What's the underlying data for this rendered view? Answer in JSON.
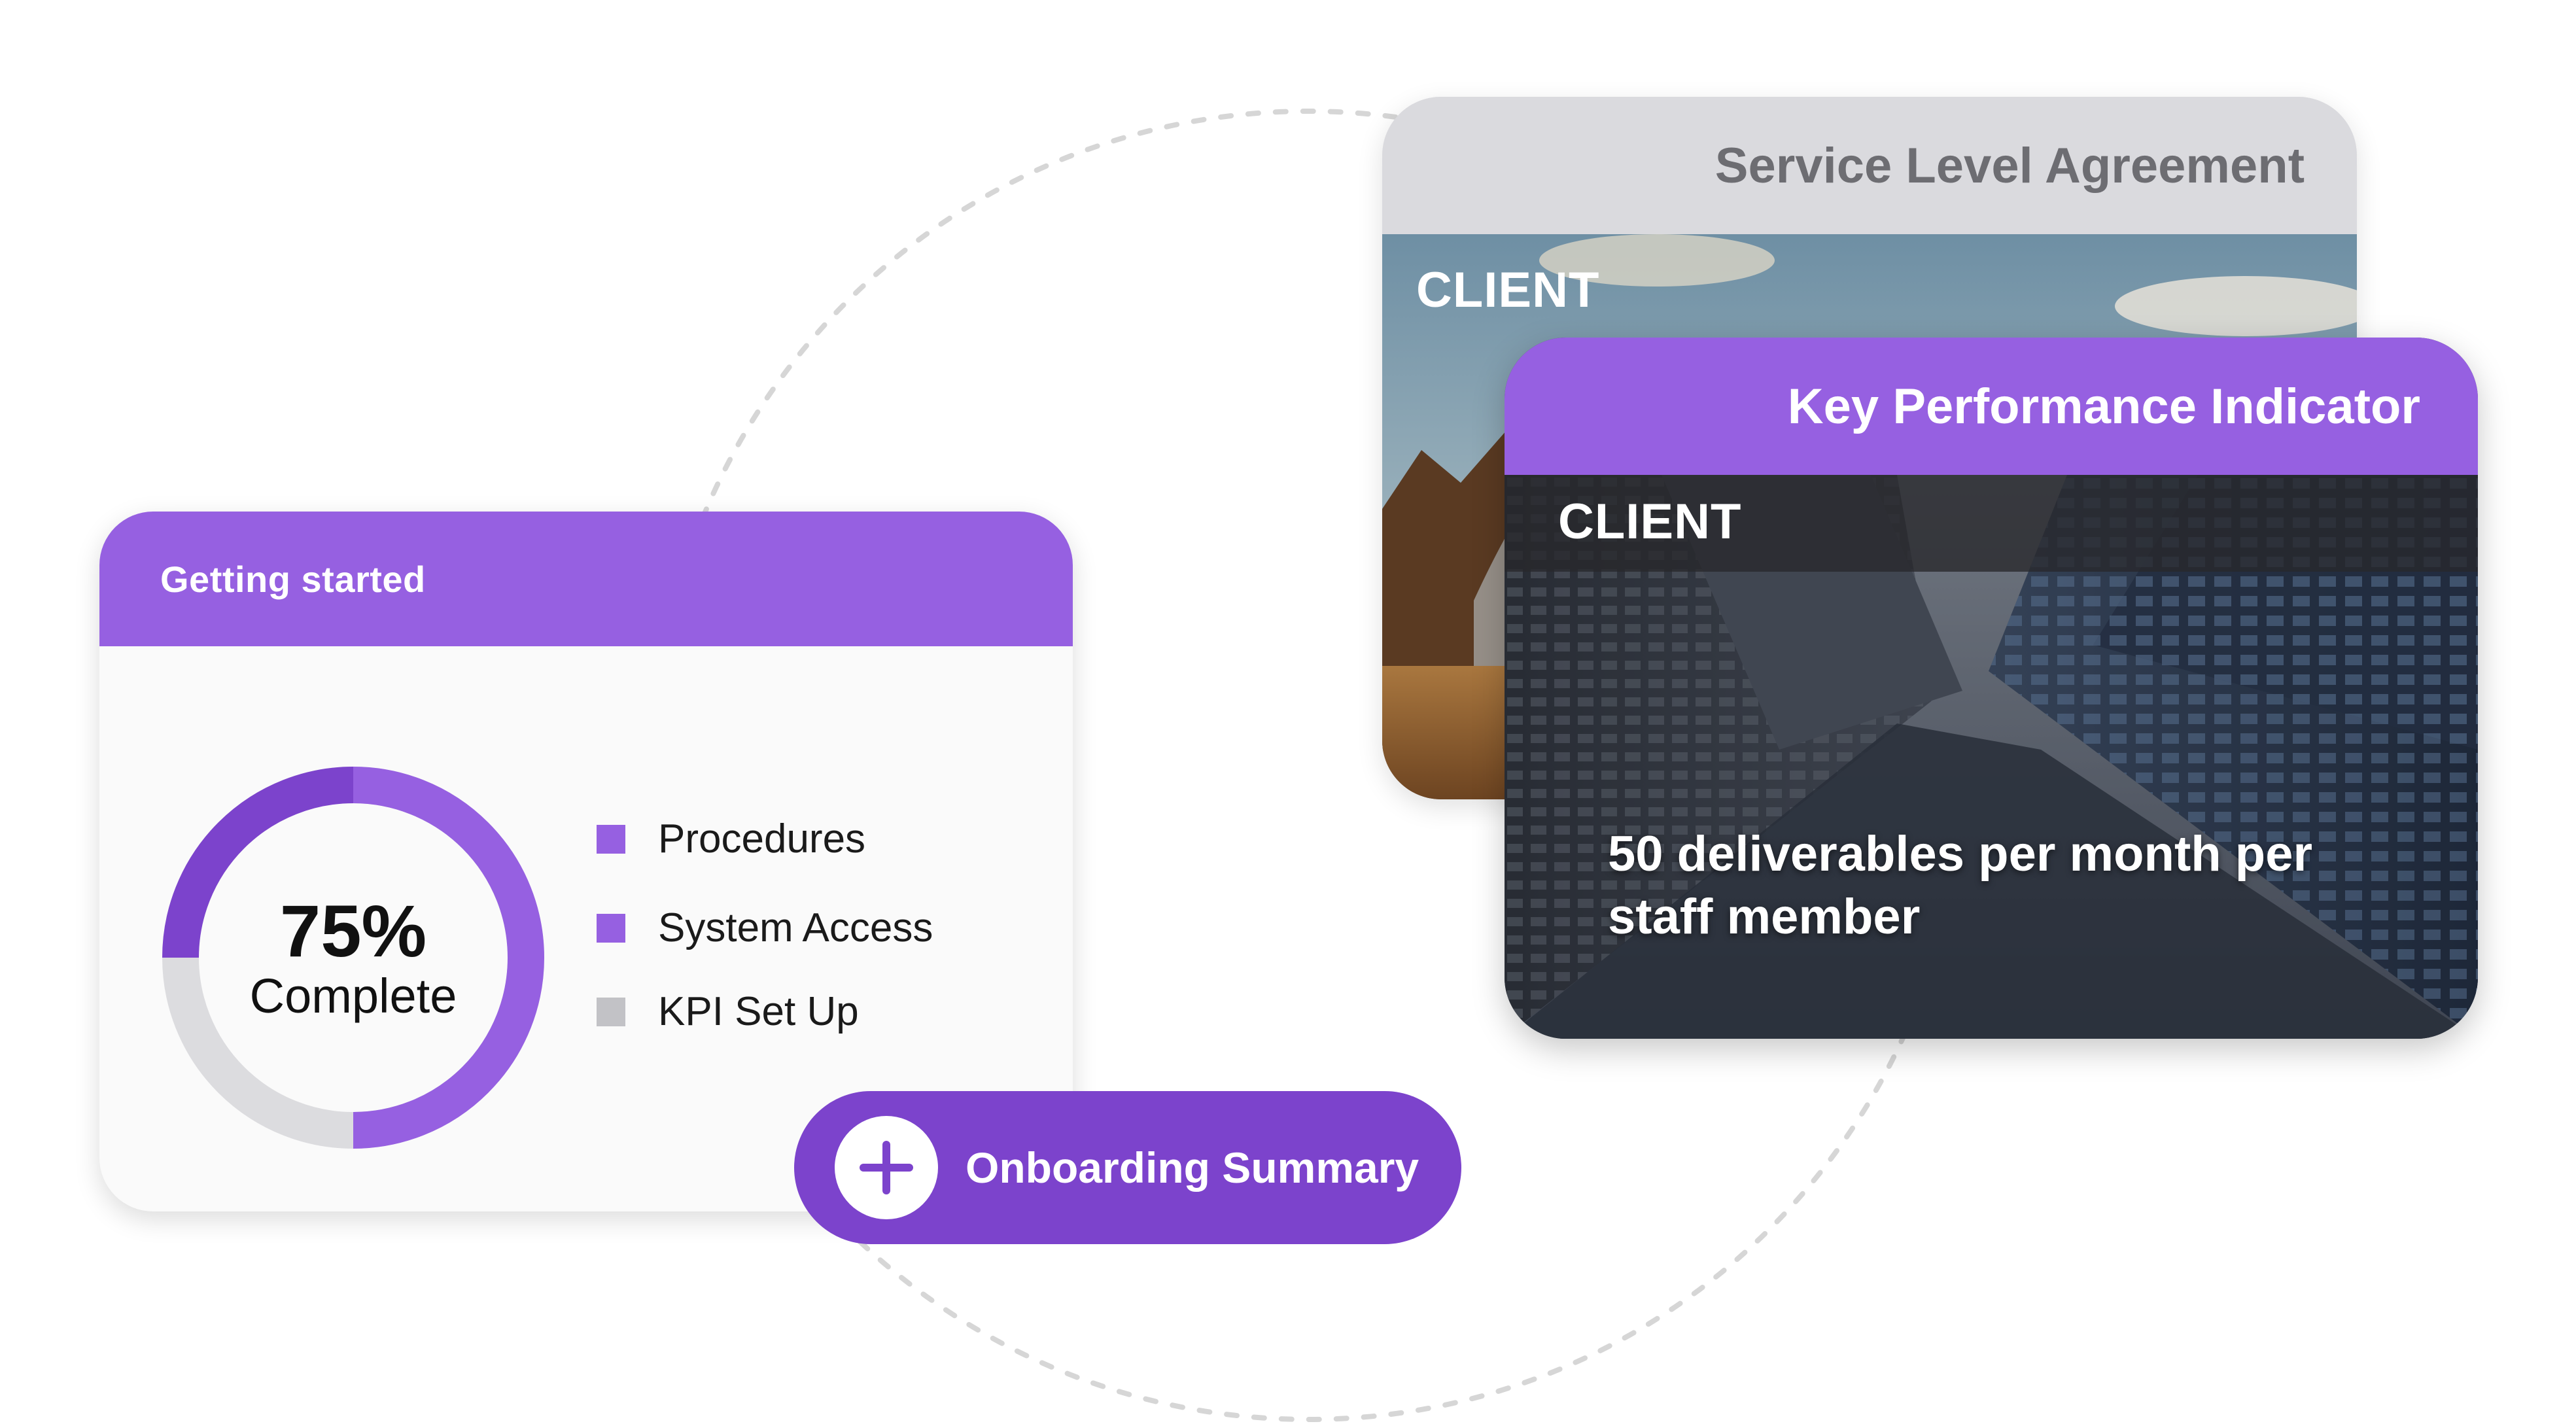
{
  "getting_started": {
    "title": "Getting started",
    "progress": {
      "percent_label": "75%",
      "status_label": "Complete",
      "completed_fraction": 0.75
    },
    "legend": [
      {
        "label": "Procedures",
        "color": "#9660e1"
      },
      {
        "label": "System Access",
        "color": "#9660e1"
      },
      {
        "label": "KPI Set Up",
        "color": "#c2c2c6"
      }
    ]
  },
  "onboarding_button": {
    "label": "Onboarding Summary",
    "icon": "plus-icon"
  },
  "sla_card": {
    "title": "Service Level Agreement",
    "client_label": "CLIENT"
  },
  "kpi_card": {
    "title": "Key Performance Indicator",
    "client_label": "CLIENT",
    "metric": "50 deliverables per month per staff member"
  },
  "colors": {
    "accent": "#9660e1",
    "accent_dark": "#7c43cc",
    "neutral": "#dadade"
  }
}
